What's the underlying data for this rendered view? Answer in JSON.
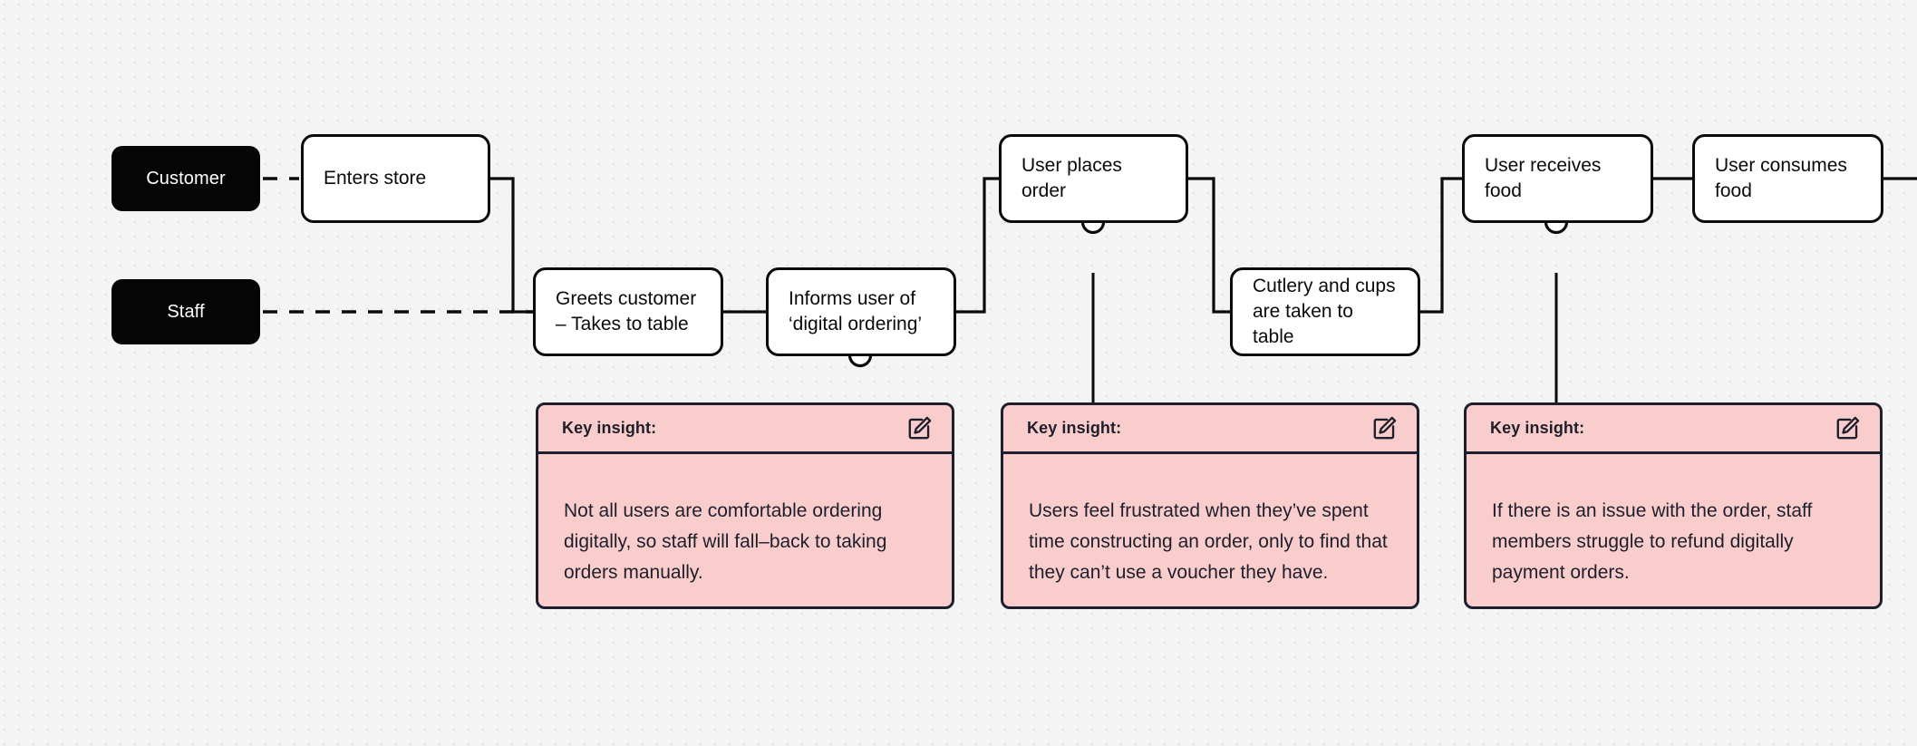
{
  "canvas": {
    "background_color": "#F4F4F4",
    "grid_dot_color": "#E0E0E0",
    "accent_ink": "#0A0A0A",
    "insight_fill": "#F9CDCC",
    "insight_ink": "#1E1E2D"
  },
  "lanes": [
    {
      "id": "customer",
      "label": "Customer"
    },
    {
      "id": "staff",
      "label": "Staff"
    }
  ],
  "steps": [
    {
      "id": "enters-store",
      "lane": "customer",
      "lines": [
        "Enters store"
      ]
    },
    {
      "id": "greets-customer",
      "lane": "staff",
      "lines": [
        "Greets customer",
        "– Takes to table"
      ]
    },
    {
      "id": "informs-user",
      "lane": "staff",
      "lines": [
        "Informs user of",
        "‘digital ordering’"
      ]
    },
    {
      "id": "user-places-order",
      "lane": "customer",
      "lines": [
        "User places order"
      ]
    },
    {
      "id": "cutlery-and-cups",
      "lane": "staff",
      "lines": [
        "Cutlery and cups",
        "are taken to table"
      ]
    },
    {
      "id": "user-receives-food",
      "lane": "customer",
      "lines": [
        "User receives",
        "food"
      ]
    },
    {
      "id": "user-consumes-food",
      "lane": "customer",
      "lines": [
        "User consumes",
        "food"
      ]
    }
  ],
  "insights": [
    {
      "id": "insight-digital-ordering",
      "title": "Key insight:",
      "anchor_step": "informs-user",
      "icon": "edit-icon",
      "body": "Not all users are comfortable ordering digitally, so staff will fall–back to taking orders manually."
    },
    {
      "id": "insight-voucher",
      "title": "Key insight:",
      "anchor_step": "user-places-order",
      "icon": "edit-icon",
      "body": "Users feel frustrated when they’ve spent time constructing an order, only to find that they can’t use a voucher they have."
    },
    {
      "id": "insight-refund",
      "title": "Key insight:",
      "anchor_step": "user-receives-food",
      "icon": "edit-icon",
      "body": "If there is an issue with the order, staff members struggle to refund digitally payment orders."
    }
  ]
}
